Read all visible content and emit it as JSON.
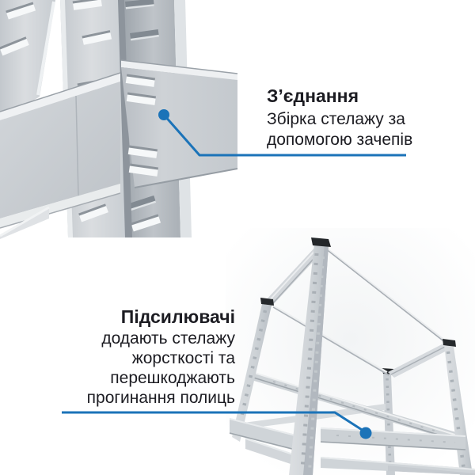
{
  "colors": {
    "accent": "#1b73b8",
    "text": "#1c1c22",
    "background": "#ffffff",
    "metal_light": "#d6dade",
    "metal_mid": "#c6cbd0",
    "metal_shadow": "#8d949c",
    "cap_dark": "#24272b"
  },
  "callouts": {
    "joint": {
      "heading": "З’єднання",
      "lines": [
        "Збірка стелажу за",
        "допомогою зачепів"
      ]
    },
    "reinforcers": {
      "heading": "Підсилювачі",
      "lines": [
        "додають стелажу",
        "жорсткості та",
        "перешкоджають",
        "прогинання полиць"
      ]
    }
  },
  "illustrations": {
    "joint_photo": "Close-up of shelving upright and beam hook joint",
    "frame_photo": "Metal shelving frame seen from below"
  }
}
